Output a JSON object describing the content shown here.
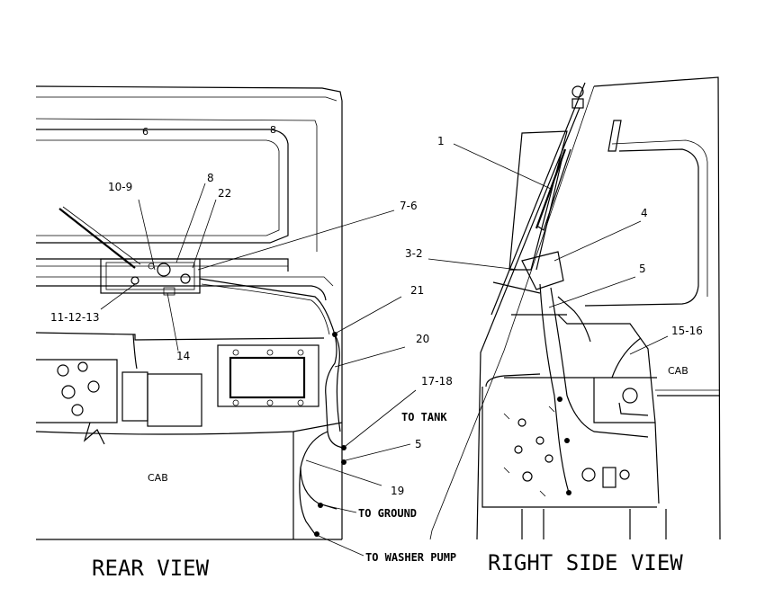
{
  "views": {
    "rear": {
      "title": "REAR VIEW",
      "cab": "CAB",
      "callouts": [
        "10-9",
        "8",
        "22",
        "7-6",
        "21",
        "11-12-13",
        "14",
        "20",
        "17-18",
        "5",
        "19"
      ],
      "notes": [
        "TO TANK",
        "TO GROUND",
        "TO WASHER PUMP"
      ]
    },
    "side": {
      "title": "RIGHT SIDE VIEW",
      "cab": "CAB",
      "callouts": [
        "1",
        "4",
        "3-2",
        "5",
        "15-16"
      ]
    }
  }
}
